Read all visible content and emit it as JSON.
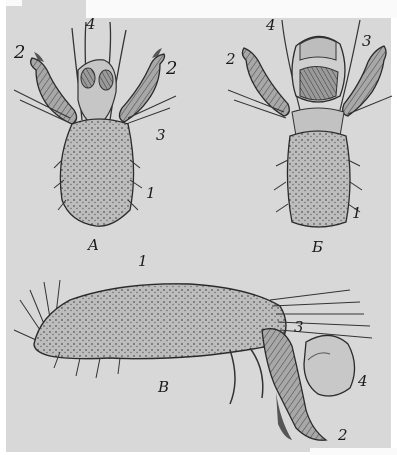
{
  "panels": [
    {
      "id": "A",
      "caption": "A",
      "labels": [
        "1",
        "2",
        "2",
        "3",
        "4"
      ]
    },
    {
      "id": "B",
      "caption": "Б",
      "labels": [
        "1",
        "2",
        "3",
        "4"
      ]
    },
    {
      "id": "C",
      "caption": "В",
      "labels": [
        "1",
        "2",
        "3",
        "4"
      ]
    }
  ],
  "colors": {
    "paper": "#d8d8d8",
    "ink": "#2a2a2a",
    "mid": "#6e6e6e",
    "light": "#b8b8b8"
  }
}
